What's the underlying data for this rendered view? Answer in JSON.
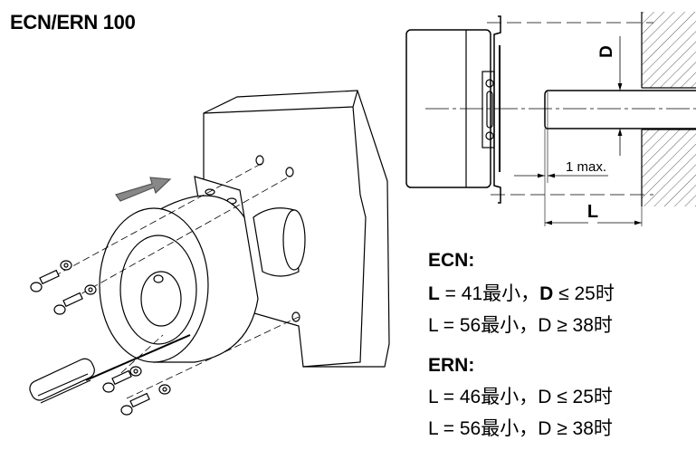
{
  "title": "ECN/ERN 100",
  "drawing": {
    "dim_D": "D",
    "dim_1max": "1 max.",
    "dim_L": "L"
  },
  "specs": {
    "ecn": {
      "header": "ECN:",
      "line1": {
        "p1": "L",
        "p2": " = 41最小，",
        "p3": "D",
        "p4": " ≤ 25时"
      },
      "line2": "L = 56最小，D ≥ 38时"
    },
    "ern": {
      "header": "ERN:",
      "line1": "L = 46最小，D ≤ 25时",
      "line2": "L = 56最小，D ≥ 38时"
    }
  }
}
